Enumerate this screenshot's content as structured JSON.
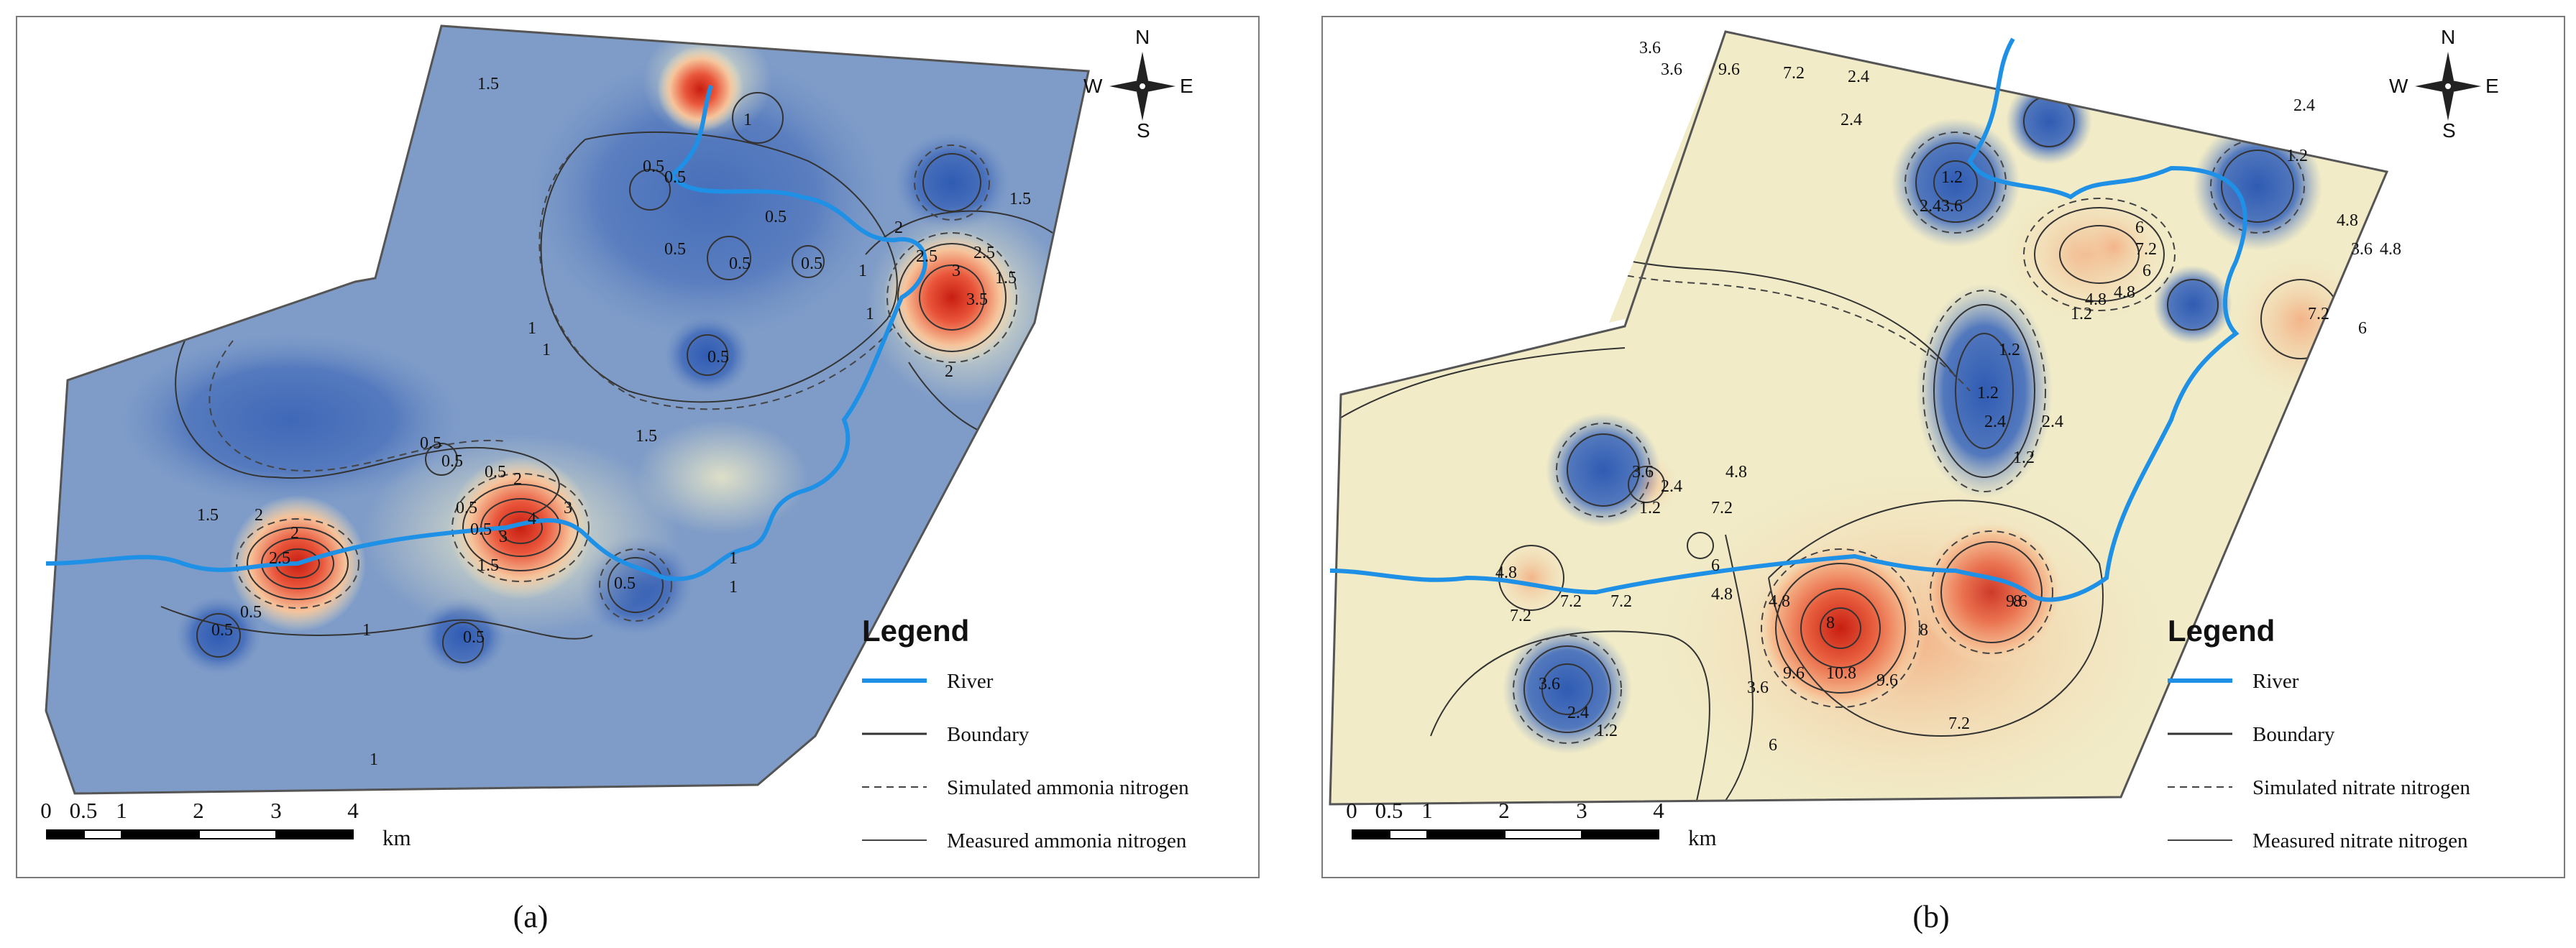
{
  "panels": [
    {
      "id": "a",
      "caption": "(a)",
      "legend": {
        "title": "Legend",
        "items": [
          "River",
          "Boundary",
          "Simulated ammonia nitrogen",
          "Measured ammonia nitrogen"
        ]
      },
      "contour_labels": [
        "1.5",
        "1",
        "0.5",
        "0.5",
        "0.5",
        "0.5",
        "0.5",
        "0.5",
        "2",
        "2.5",
        "2.5",
        "3",
        "3.5",
        "1.5",
        "1",
        "0.5",
        "1",
        "1",
        "1",
        "1.5",
        "0.5",
        "0.5",
        "0.5",
        "0.5",
        "1.5",
        "2",
        "2.5",
        "4",
        "3",
        "3",
        "2",
        "1.5",
        "1",
        "0.5",
        "0.5",
        "0.5",
        "1",
        "1",
        "0.5",
        "1.5",
        "2",
        "2",
        "1",
        "0.5"
      ]
    },
    {
      "id": "b",
      "caption": "(b)",
      "legend": {
        "title": "Legend",
        "items": [
          "River",
          "Boundary",
          "Simulated nitrate nitrogen",
          "Measured nitrate nitrogen"
        ]
      },
      "contour_labels": [
        "3.6",
        "3.6",
        "9.6",
        "7.2",
        "2.4",
        "2.4",
        "1.2",
        "2.4",
        "3.6",
        "2.4",
        "1.2",
        "3.6",
        "4.8",
        "6",
        "7.2",
        "6",
        "4.8",
        "4.8",
        "1.2",
        "7.2",
        "6",
        "4.8",
        "1.2",
        "1.2",
        "2.4",
        "2.4",
        "1.2",
        "4.8",
        "3.6",
        "2.4",
        "1.2",
        "7.2",
        "4.8",
        "7.2",
        "7.2",
        "7.2",
        "6",
        "4.8",
        "4.8",
        "9.6",
        "8",
        "10.8",
        "9.6",
        "8",
        "9.6",
        "8",
        "7.2",
        "3.6",
        "2.4",
        "1.2",
        "3.6",
        "6"
      ]
    }
  ],
  "compass": {
    "n": "N",
    "s": "S",
    "e": "E",
    "w": "W"
  },
  "scale": {
    "ticks": [
      "0",
      "0.5",
      "1",
      "2",
      "3",
      "4"
    ],
    "unit": "km"
  },
  "colors": {
    "river": "#1e90e6",
    "boundary": "#333333",
    "low": "#3d66b5",
    "mid": "#f3efc6",
    "high": "#d7301f"
  }
}
